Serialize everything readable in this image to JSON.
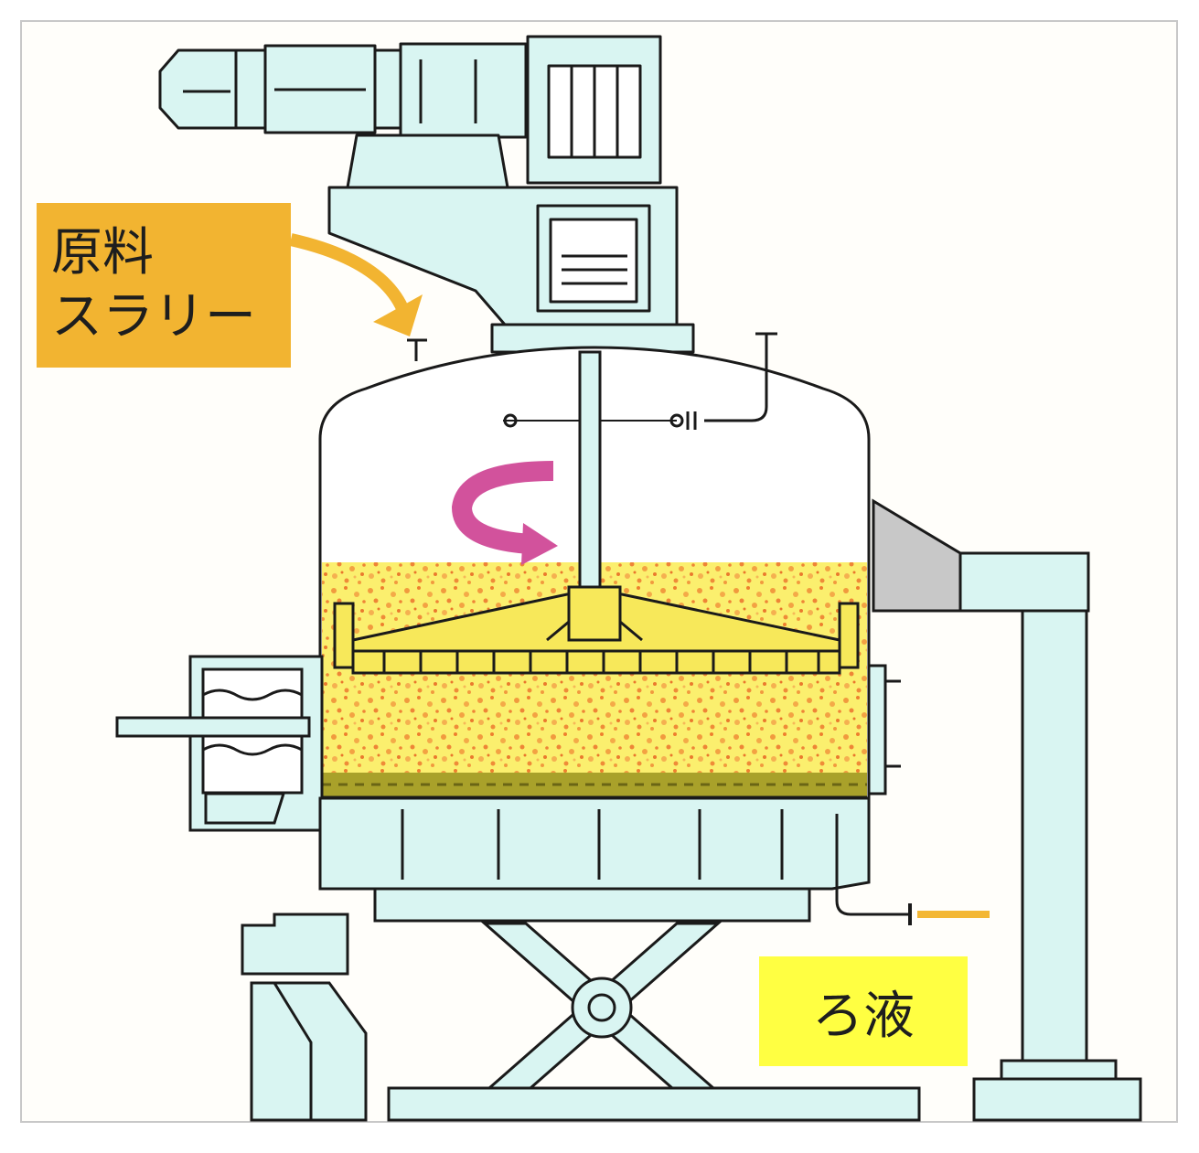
{
  "labels": {
    "slurry_line1": "原料",
    "slurry_line2": "スラリー",
    "filtrate": "ろ液"
  },
  "colors": {
    "equipment_fill": "#d9f5f2",
    "outline": "#1a1a1a",
    "slurry_label_bg": "#f2b431",
    "filtrate_label_bg": "#ffff42",
    "slurry_yellow": "#fbf06a",
    "slurry_orange": "#f08a2a",
    "cake_band": "#a9a12a",
    "rotation_arrow": "#d2529c",
    "gray_panel": "#c8c8c8"
  },
  "icons": {
    "rotation": "curved-arrow-icon",
    "feed": "curved-arrow-icon"
  }
}
